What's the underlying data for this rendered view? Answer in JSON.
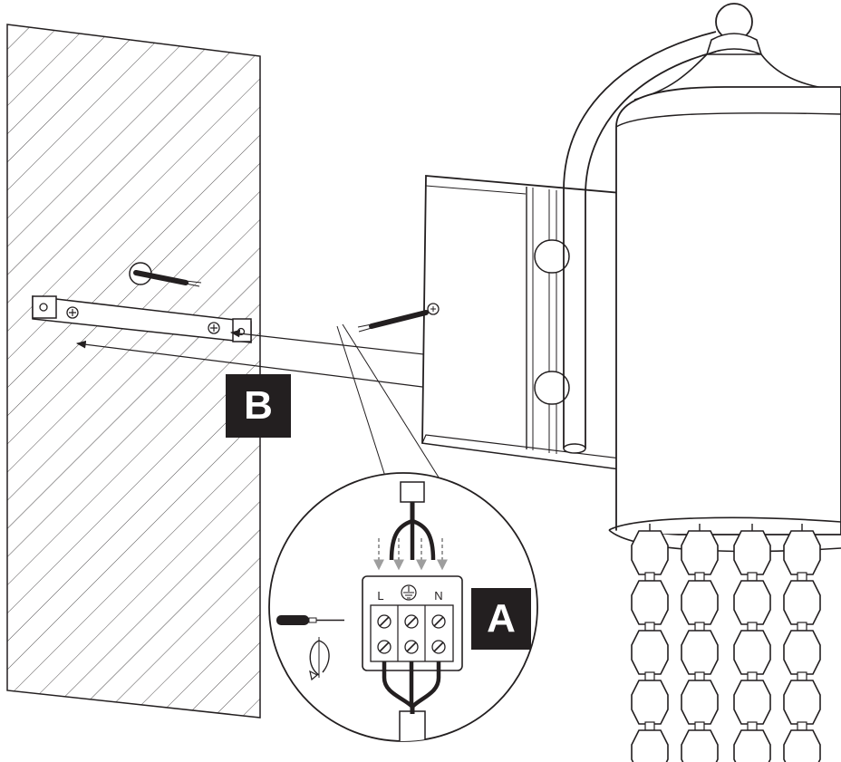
{
  "steps": {
    "a": "A",
    "b": "B"
  },
  "terminal_block": {
    "live": "L",
    "neutral": "N",
    "earth_symbol": "earth-ground-icon"
  },
  "colors": {
    "ink": "#231f20",
    "label_bg": "#231f20",
    "label_text": "#ffffff",
    "guide_arrow": "#9e9e9e"
  }
}
